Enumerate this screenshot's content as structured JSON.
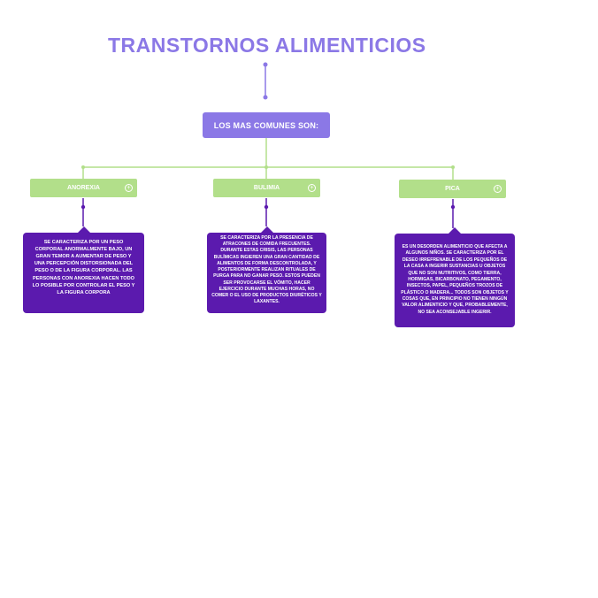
{
  "title": "TRANSTORNOS ALIMENTICIOS",
  "root": "LOS MAS COMUNES SON:",
  "categories": [
    {
      "label": "ANOREXIA",
      "description": "SE CARACTERIZA POR UN PESO CORPORAL ANORMALMENTE BAJO, UN GRAN TEMOR A AUMENTAR DE PESO Y UNA PERCEPCIÓN DISTORSIONADA DEL PESO O DE LA FIGURA CORPORAL. LAS PERSONAS CON ANOREXIA HACEN TODO LO POSIBLE POR CONTROLAR EL PESO Y LA FIGURA CORPORA"
    },
    {
      "label": "BULIMIA",
      "description": "SE CARACTERIZA POR LA PRESENCIA DE ATRACONES DE COMIDA FRECUENTES. DURANTE ESTAS CRISIS, LAS PERSONAS BULÍMICAS INGIEREN UNA GRAN CANTIDAD DE ALIMENTOS DE FORMA DESCONTROLADA, Y POSTERIORMENTE REALIZAN RITUALES DE PURGA PARA NO GANAR PESO. ESTOS PUEDEN SER PROVOCARSE EL VÓMITO, HACER EJERCICIO DURANTE MUCHAS HORAS, NO COMER O EL USO DE PRODUCTOS DIURÉTICOS Y LAXANTES."
    },
    {
      "label": "PICA",
      "description": "ES UN DESORDEN ALIMENTICIO QUE AFECTA A ALGUNOS NIÑOS. SE CARACTERIZA POR EL DESEO IRREFRENABLE DE LOS PEQUEÑOS DE LA CASA A INGERIR SUSTANCIAS U OBJETOS QUE NO SON NUTRITIVOS, COMO TIERRA, HORMIGAS, BICARBONATO, PEGAMENTO, INSECTOS, PAPEL, PEQUEÑOS TROZOS DE PLÁSTICO O MADERA... TODOS SON OBJETOS Y COSAS QUE, EN PRINCIPIO NO TIENEN NINGÚN VALOR ALIMENTICIO Y QUE, PROBABLEMENTE, NO SEA ACONSEJABLE INGERIR."
    }
  ],
  "colors": {
    "title": "#8b78e6",
    "root": "#8b78e6",
    "category": "#b2df8a",
    "description": "#5b1aae",
    "connector": "#b2df8a"
  }
}
